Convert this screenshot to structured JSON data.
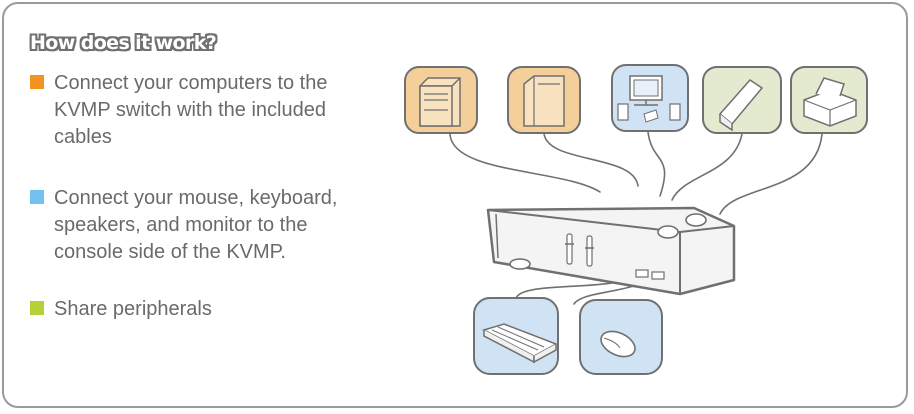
{
  "title": "How does it work?",
  "steps": [
    {
      "text": "Connect your computers to the KVMP switch with the included cables",
      "color": "#f2941f"
    },
    {
      "text": "Connect your mouse, keyboard, speakers, and monitor to the console side of the KVMP.",
      "color": "#74c0f0"
    },
    {
      "text": "Share peripherals",
      "color": "#b2d235"
    }
  ],
  "colors": {
    "computer_tile": "#f4cf9a",
    "console_tile": "#cfe3f5",
    "peripheral_tile": "#e3ead0",
    "outline": "#707070"
  },
  "icons": [
    "tower-pc-icon",
    "tower-mac-icon",
    "monitor-speakers-icon",
    "external-drive-icon",
    "printer-icon",
    "keyboard-icon",
    "mouse-icon",
    "kvmp-switch-icon"
  ]
}
